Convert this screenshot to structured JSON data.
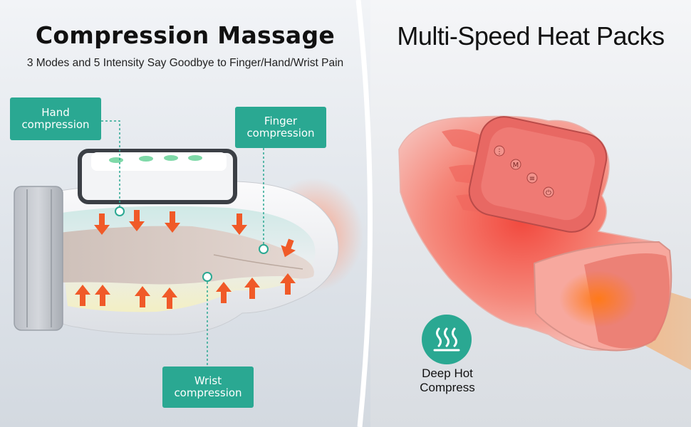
{
  "left": {
    "title": "Compression Massage",
    "subtitle": "3 Modes and 5 Intensity Say Goodbye to Finger/Hand/Wrist Pain",
    "callouts": {
      "hand": [
        "Hand",
        "compression"
      ],
      "finger": [
        "Finger",
        "compression"
      ],
      "wrist": [
        "Wrist",
        "compression"
      ]
    }
  },
  "right": {
    "title": "Multi-Speed Heat Packs",
    "badge": {
      "icon": "heat-waves-icon",
      "label_line1": "Deep Hot",
      "label_line2": "Compress"
    },
    "remote_buttons": [
      "⋮",
      "M",
      "≡",
      "⏻"
    ]
  },
  "colors": {
    "accent": "#2aa892",
    "arrow": "#f05a28",
    "heat": "#f0675e"
  }
}
